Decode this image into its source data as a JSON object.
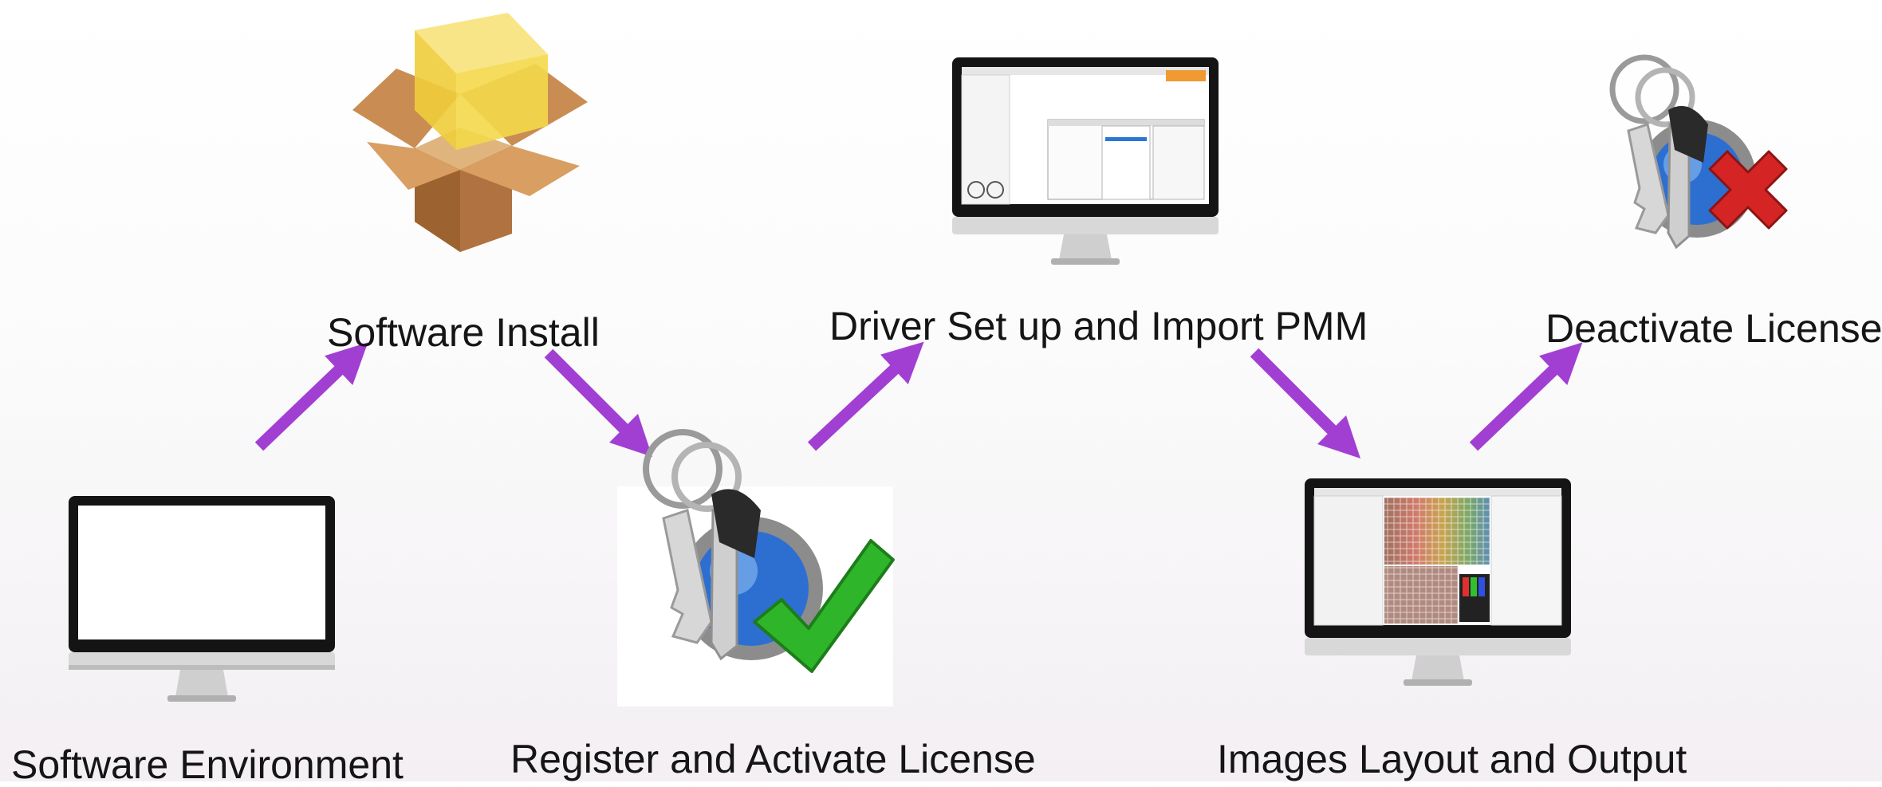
{
  "steps": {
    "software_environment": "Software Environment",
    "software_install": "Software Install",
    "register_activate": "Register and Activate License",
    "driver_setup": "Driver Set up and Import PMM",
    "images_layout": "Images Layout and Output",
    "deactivate": "Deactivate License"
  },
  "icons": {
    "environment": "monitor-icon",
    "install": "package-box-icon",
    "activate": "keys-check-icon",
    "driver": "monitor-software-icon",
    "layout": "monitor-color-chart-icon",
    "deactivate": "keys-cross-icon"
  },
  "colors": {
    "arrow": "#a23fd3",
    "check": "#2fb52a",
    "cross": "#d42424",
    "box": "#b8773e",
    "box_glow": "#f4d84a"
  }
}
